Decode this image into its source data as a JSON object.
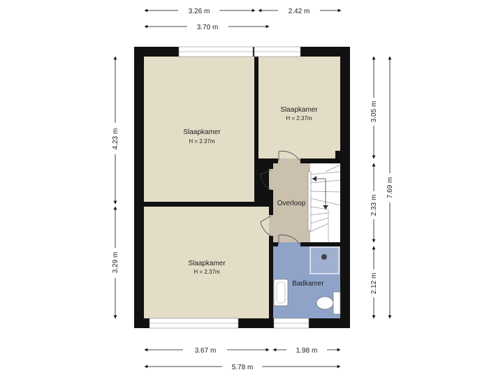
{
  "colors": {
    "wall": "#111111",
    "bedroom_floor": "#e3dcc6",
    "landing_floor": "#cbc0ae",
    "bathroom_floor": "#8fa3c9",
    "window": "#ffffff",
    "dimension_line": "#111111"
  },
  "rooms": [
    {
      "name": "Slaapkamer",
      "height": "H = 2.37m"
    },
    {
      "name": "Slaapkamer",
      "height": "H = 2.37m"
    },
    {
      "name": "Slaapkamer",
      "height": "H = 2.37m"
    },
    {
      "name": "Overloop"
    },
    {
      "name": "Badkamer"
    }
  ],
  "dimensions": {
    "top": [
      "3.26 m",
      "2.42 m",
      "3.70 m"
    ],
    "bottom": [
      "3.67 m",
      "1.98 m",
      "5.78 m"
    ],
    "left": [
      "4.23 m",
      "3.29 m"
    ],
    "right": [
      "3.05 m",
      "2.33 m",
      "2.12 m",
      "7.69 m"
    ]
  }
}
